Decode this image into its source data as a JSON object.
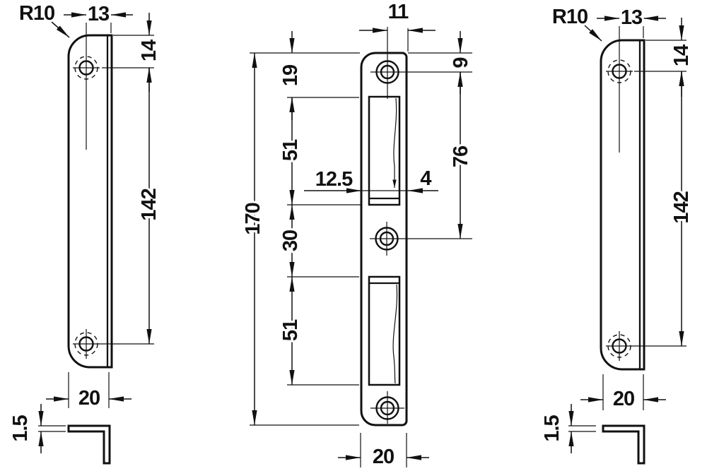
{
  "drawing": {
    "left_view": {
      "radius": "R10",
      "flange_width": "13",
      "hole_to_top": "14",
      "hole_spacing": "142",
      "plate_width": "20",
      "thickness": "1.5"
    },
    "front_view": {
      "lip_width": "11",
      "top_to_cutout": "19",
      "cutout1_height": "51",
      "between_cutouts": "30",
      "cutout2_height": "51",
      "total_height": "170",
      "latch_offset": "12.5",
      "lip_depth": "4",
      "top_to_hole": "9",
      "hole_to_hole": "76",
      "plate_width": "20"
    },
    "right_view": {
      "radius": "R10",
      "flange_width": "13",
      "hole_to_top": "14",
      "hole_spacing": "142",
      "plate_width": "20",
      "thickness": "1.5"
    }
  }
}
